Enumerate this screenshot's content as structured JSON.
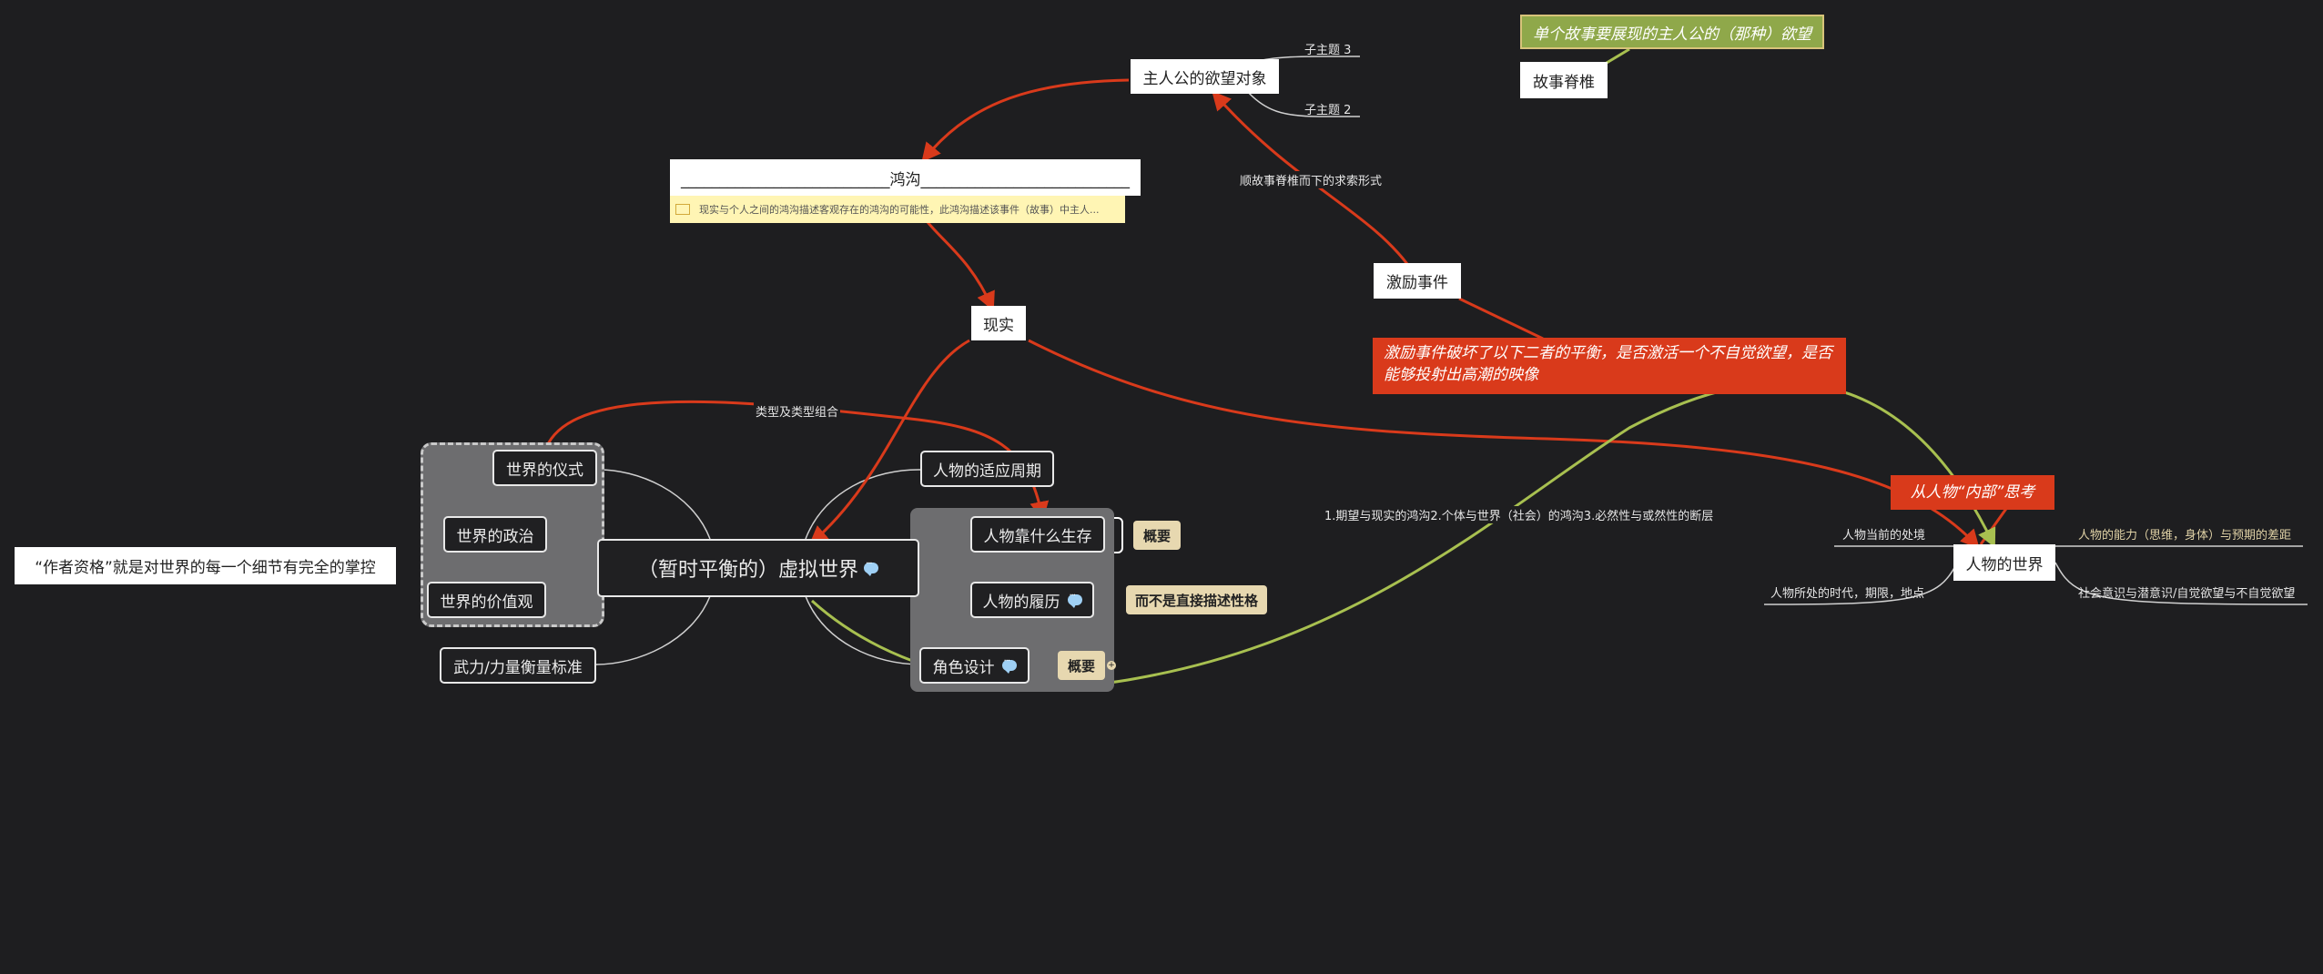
{
  "central": {
    "label": "（暂时平衡的）虚拟世界"
  },
  "left_branches": {
    "ritual": "世界的仪式",
    "politics": "世界的政治",
    "values": "世界的价值观",
    "force": "武力/力量衡量标准"
  },
  "right_branches": {
    "adaptation": "人物的适应周期",
    "survival": "人物靠什么生存",
    "history": "人物的履历",
    "design": "角色设计"
  },
  "summaries": {
    "survival_summary": "概要",
    "history_summary": "而不是直接描述性格",
    "design_summary": "概要"
  },
  "author_note": "“作者资格”就是对世界的每一个细节有完全的掌控",
  "gap": {
    "title": "___________________________鸿沟___________________________",
    "note": "现实与个人之间的鸿沟描述客观存在的鸿沟的可能性，此鸿沟描述该事件（故事）中主人..."
  },
  "reality": "现实",
  "desire_object": {
    "label": "主人公的欲望对象",
    "sub3": "子主题 3",
    "sub2": "子主题 2"
  },
  "story_spine": {
    "label": "故事脊椎",
    "callout": "单个故事要展现的主人公的（那种）欲望"
  },
  "inciting_event": {
    "label": "激励事件",
    "callout": "激励事件破坏了以下二者的平衡，是否激活一个不自觉欲望，是否能够投射出高潮的映像",
    "relation_label": "顺故事脊椎而下的求索形式"
  },
  "genre_label": "类型及类型组合",
  "gap_types_label": "1.期望与现实的鸿沟2.个体与世界（社会）的鸿沟3.必然性与或然性的断层",
  "character_world": {
    "label": "人物的世界",
    "callout": "从人物“内部”思考",
    "situation": "人物当前的处境",
    "era": "人物所处的时代，期限，地点",
    "ability": "人物的能力（思维，身体）与预期的差距",
    "consciousness": "社会意识与潜意识/自觉欲望与不自觉欲望"
  },
  "colors": {
    "background": "#1e1e20",
    "relation_red": "#d93a1b",
    "relation_green": "#a8c050",
    "summary_beige": "#e7d8b0",
    "note_yellow": "#fff5b4"
  },
  "icons": [
    "chat-bubble-icon",
    "collapse-toggle-icon",
    "note-icon"
  ]
}
